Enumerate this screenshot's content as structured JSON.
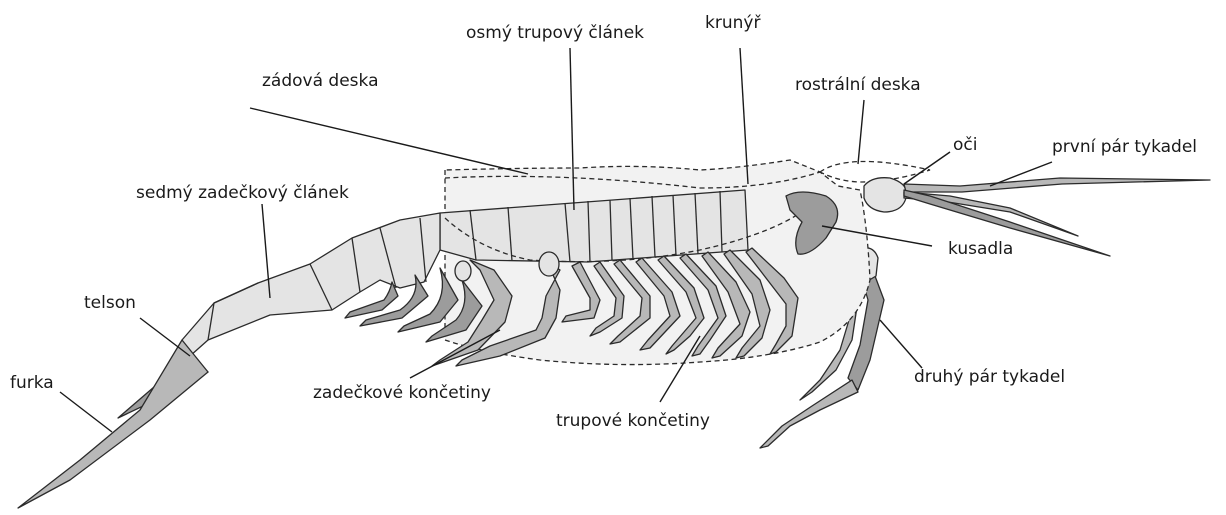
{
  "labels": {
    "osmy_trupovy_clanek": "osmý trupový článek",
    "krunyr": "krunýř",
    "zadova_deska": "zádová deska",
    "rostralni_deska": "rostrální deska",
    "oci": "oči",
    "prvni_par_tykadel": "první pár tykadel",
    "sedmy_zadeckovy_clanek": "sedmý zadečkový článek",
    "kusadla": "kusadla",
    "telson": "telson",
    "furka": "furka",
    "druhy_par_tykadel": "druhý pár tykadel",
    "zadeckove_koncetiny": "zadečkové končetiny",
    "trupove_koncetiny": "trupové končetiny"
  },
  "colors": {
    "outline": "#2b2b2b",
    "carapace_fill": "#f2f2f2",
    "segment_fill": "#e4e4e4",
    "limb_fill": "#b8b8b8",
    "dark_fill": "#9c9c9c"
  }
}
